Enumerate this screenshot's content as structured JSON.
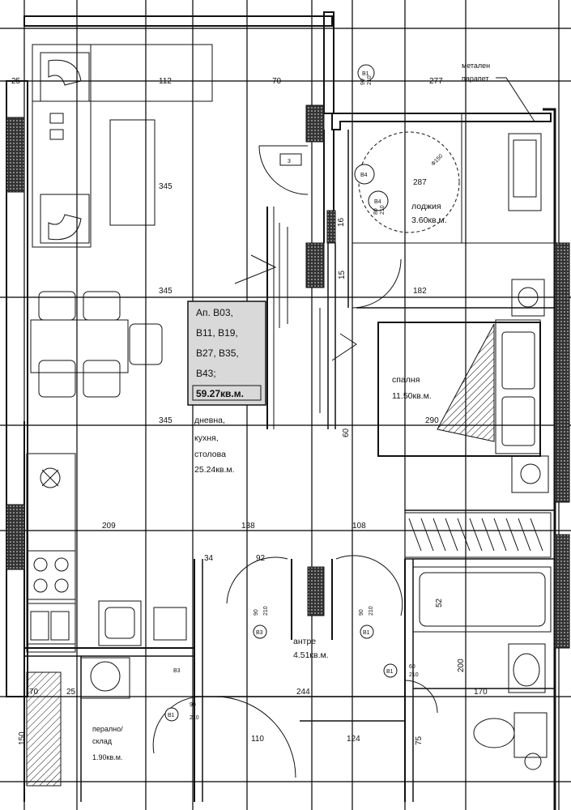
{
  "colors": {
    "line": "#111111",
    "wall": "#111111",
    "grid": "#000000",
    "aptbox_fill": "#d9d9d9",
    "background": "#ffffff"
  },
  "apartment_box": {
    "lines": [
      "Ап. В03,",
      "В11, В19,",
      "В27, В35,",
      "В43;"
    ],
    "area": "59.27кв.м."
  },
  "rooms": {
    "living": {
      "name_lines": [
        "дневна,",
        "кухня,",
        "столова"
      ],
      "area": "25.24кв.м."
    },
    "loggia": {
      "name": "лоджия",
      "area": "3.60кв.м."
    },
    "bedroom": {
      "name": "спалня",
      "area": "11.50кв.м."
    },
    "hall": {
      "name": "антре",
      "area": "4.51кв.м."
    },
    "laundry": {
      "name_lines": [
        "перално/",
        "склад"
      ],
      "area": "1.90кв.м."
    }
  },
  "labels": {
    "railing_lines": [
      "метален",
      "парапет"
    ]
  },
  "dimensions": {
    "d277": "277",
    "d182": "182",
    "d345a": "345",
    "d345b": "345",
    "d345c": "345",
    "d209": "209",
    "d138": "138",
    "d108": "108",
    "d244": "244",
    "d170": "170",
    "d110": "110",
    "d124": "124",
    "d112": "112",
    "d287": "287",
    "d290": "290",
    "d70a": "70",
    "d25a": "25",
    "d70b": "70",
    "d25b": "25",
    "d34": "34",
    "d92": "92",
    "d150": "150",
    "d75": "75",
    "d52": "52",
    "d200": "200",
    "d16": "16",
    "d60": "60",
    "d15": "15"
  },
  "door_tags": {
    "t1": "В1",
    "t2": "В4",
    "t3": "В4",
    "t4": "В3",
    "t5": "В1",
    "t6": "В1",
    "t7": "В1",
    "t8": "В3"
  },
  "door_sizes": {
    "s1": "90",
    "s1b": "210",
    "s2": "90",
    "s2b": "210",
    "s3": "90",
    "s3b": "210",
    "s4": "60",
    "s4b": "210",
    "s5": "90",
    "s5b": "210",
    "s6": "80",
    "s6b": "210"
  },
  "window_tags": {
    "w1": "3",
    "w2": "Ф150"
  }
}
